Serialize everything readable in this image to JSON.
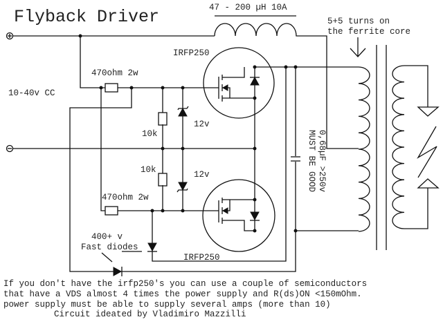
{
  "title": "Flyback Driver",
  "inductor_label": "47 - 200 µH 10A",
  "supply_label": "10-40v CC",
  "terminals": {
    "positive": "+",
    "negative": "−"
  },
  "transformer_note": [
    "5+5 turns on",
    "the ferrite core"
  ],
  "mosfet_top": "IRFP250",
  "mosfet_bottom": "IRFP250",
  "resistor_top": "470ohm 2w",
  "resistor_bottom": "470ohm 2w",
  "resistor_10k_top": "10k",
  "resistor_10k_bottom": "10k",
  "zener_top": "12v",
  "zener_bottom": "12v",
  "diodes_label": [
    "400+ v",
    "Fast diodes"
  ],
  "capacitor_label": [
    "0,68µF >250v",
    "MUST BE GOOD"
  ],
  "notes": [
    "If you don't have the irfp250's you can use a couple of semiconductors",
    "that have a VDS almost 4 times the power supply and R(ds)ON <150mOhm.",
    "power supply must be able to supply several amps (more than 10)",
    "Circuit ideated by Vladimiro Mazzilli"
  ]
}
